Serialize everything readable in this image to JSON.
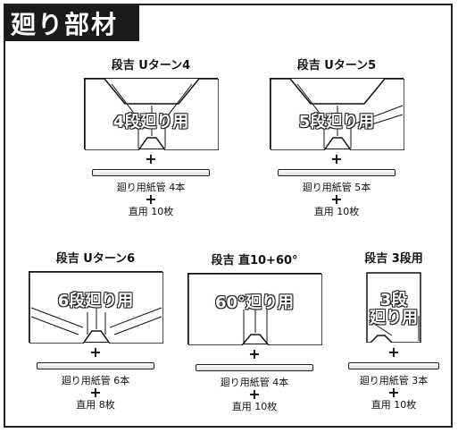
{
  "header": {
    "title": "廻り部材"
  },
  "items": [
    {
      "title": "段吉 Uターン4",
      "diagram_label": "4段廻り用",
      "tubes": "廻り用紙管 4本",
      "plus": "+",
      "straight": "直用 10枚"
    },
    {
      "title": "段吉 Uターン5",
      "diagram_label": "5段廻り用",
      "tubes": "廻り用紙管 5本",
      "plus": "+",
      "straight": "直用 10枚"
    },
    {
      "title": "段吉 Uターン6",
      "diagram_label": "6段廻り用",
      "tubes": "廻り用紙管 6本",
      "plus": "+",
      "straight": "直用 8枚"
    },
    {
      "title": "段吉 直10+60°",
      "diagram_label": "60°廻り用",
      "tubes": "廻り用紙管 4本",
      "plus": "+",
      "straight": "直用 10枚"
    },
    {
      "title": "段吉 3段用",
      "diagram_label_line1": "3段",
      "diagram_label_line2": "廻り用",
      "tubes": "廻り用紙管 3本",
      "plus": "+",
      "straight": "直用 10枚"
    }
  ]
}
